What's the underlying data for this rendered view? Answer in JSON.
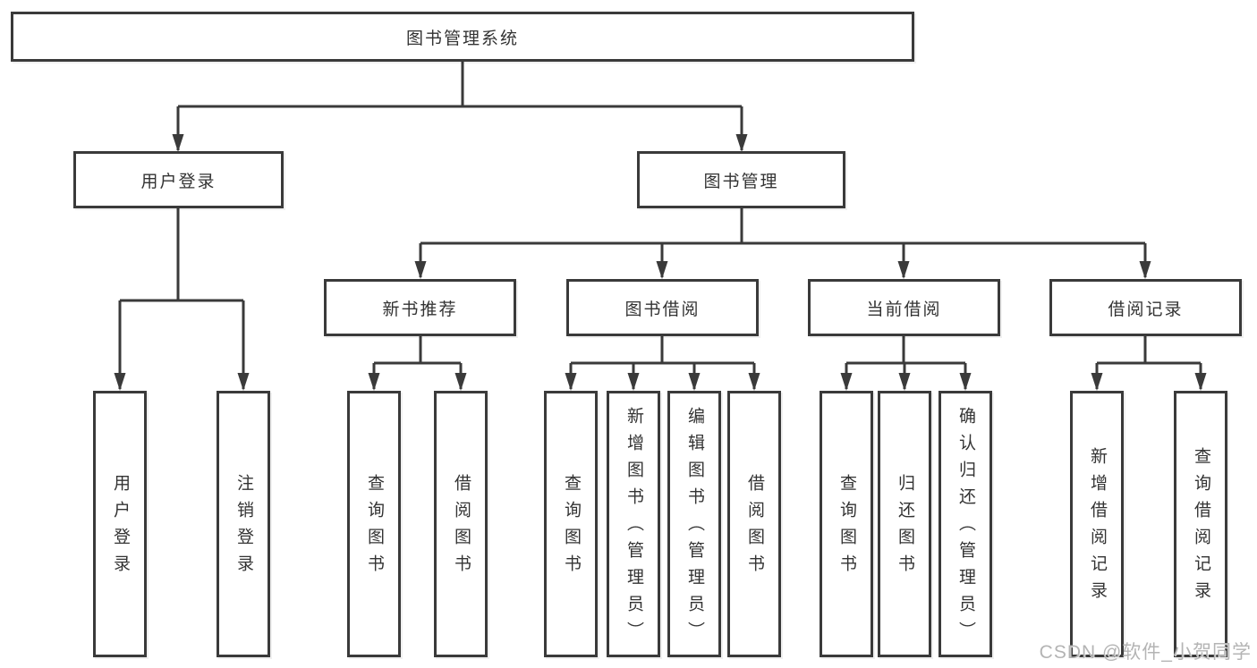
{
  "diagram": {
    "root": "图书管理系统",
    "user_login": {
      "label": "用户登录",
      "children": {
        "login": "用户登录",
        "logout": "注销登录"
      }
    },
    "book_mgmt": {
      "label": "图书管理",
      "new_book_rec": {
        "label": "新书推荐",
        "children": {
          "query_books": "查询图书",
          "borrow_books": "借阅图书"
        }
      },
      "book_borrow": {
        "label": "图书借阅",
        "children": {
          "query_books": "查询图书",
          "add_books": "新增图书（管理员）",
          "edit_books": "编辑图书（管理员）",
          "borrow_books": "借阅图书"
        }
      },
      "current_borrow": {
        "label": "当前借阅",
        "children": {
          "query_books": "查询图书",
          "return_books": "归还图书",
          "confirm_return": "确认归还（管理员）"
        }
      },
      "borrow_records": {
        "label": "借阅记录",
        "children": {
          "add_record": "新增借阅记录",
          "query_record": "查询借阅记录"
        }
      }
    }
  },
  "watermark": "CSDN @软件_小贺同学",
  "colors": {
    "line": "#3a3a3a",
    "text": "#333333",
    "watermark": "#b4b4b4",
    "background": "#ffffff"
  }
}
